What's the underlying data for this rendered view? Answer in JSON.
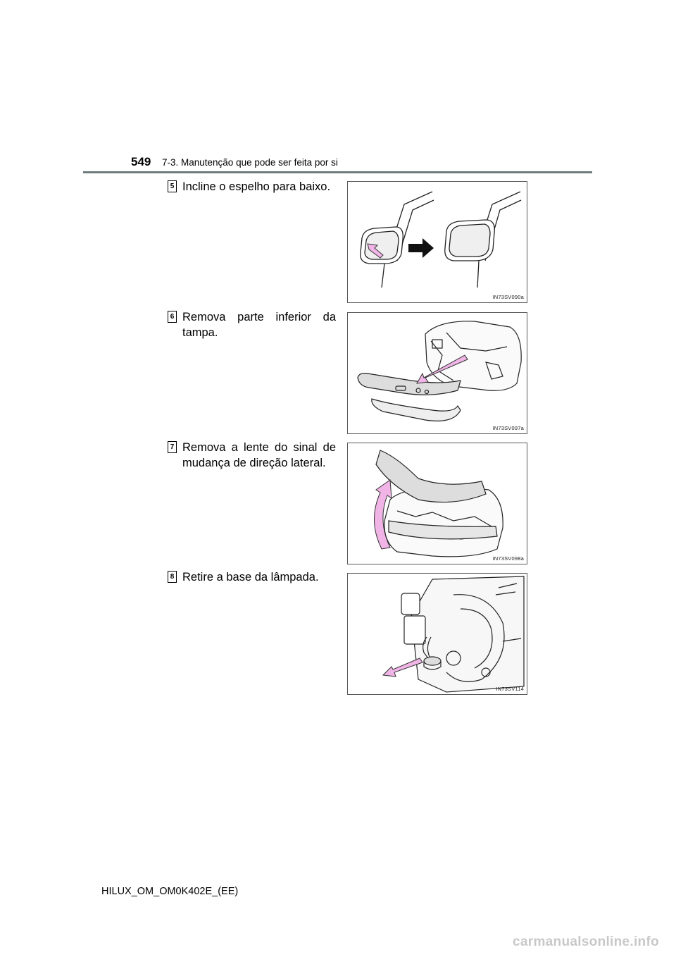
{
  "header": {
    "page_number": "549",
    "section": "7-3. Manutenção que pode ser feita por si"
  },
  "steps": [
    {
      "num": "5",
      "text": "Incline o espelho para baixo.",
      "figure_code": "IN73SV090a"
    },
    {
      "num": "6",
      "text": "Remova parte inferior da tampa.",
      "figure_code": "IN73SV097a"
    },
    {
      "num": "7",
      "text": "Remova a lente do sinal de mudança de direção lateral.",
      "figure_code": "IN73SV098a"
    },
    {
      "num": "8",
      "text": "Retire a base da lâmpada.",
      "figure_code": "IN73SV114"
    }
  ],
  "footer": {
    "doc_code": "HILUX_OM_OM0K402E_(EE)"
  },
  "watermark": "carmanualsonline.info",
  "colors": {
    "header_rule": "#6d7d7e",
    "arrow_pink": "#f0b4e6",
    "arrow_dark": "#111111"
  }
}
